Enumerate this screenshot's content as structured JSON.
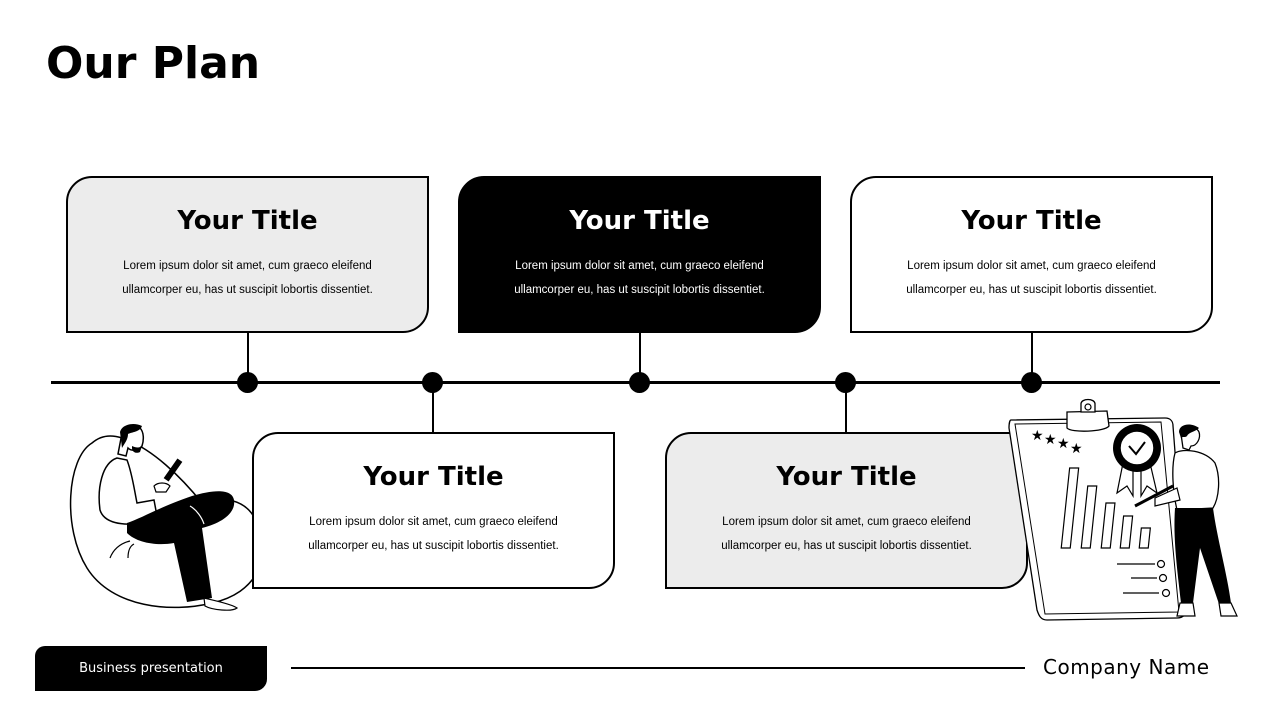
{
  "slide": {
    "title": "Our Plan"
  },
  "timeline": {
    "cards": [
      {
        "title": "Your Title",
        "body_line1": "Lorem  ipsum dolor sit amet, cum  graeco eleifend",
        "body_line2": "ullamcorper eu, has ut suscipit lobortis dissentiet.",
        "style": "grey",
        "position": "top"
      },
      {
        "title": "Your Title",
        "body_line1": "Lorem  ipsum dolor sit amet, cum  graeco eleifend",
        "body_line2": "ullamcorper eu, has ut suscipit lobortis dissentiet.",
        "style": "black",
        "position": "top"
      },
      {
        "title": "Your Title",
        "body_line1": "Lorem  ipsum dolor sit amet, cum  graeco eleifend",
        "body_line2": "ullamcorper eu, has ut suscipit lobortis dissentiet.",
        "style": "white",
        "position": "top"
      },
      {
        "title": "Your Title",
        "body_line1": "Lorem  ipsum dolor sit amet, cum  graeco eleifend",
        "body_line2": "ullamcorper eu, has ut suscipit lobortis dissentiet.",
        "style": "white",
        "position": "bottom"
      },
      {
        "title": "Your Title",
        "body_line1": "Lorem  ipsum dolor sit amet, cum  graeco eleifend",
        "body_line2": "ullamcorper eu, has ut suscipit lobortis dissentiet.",
        "style": "grey",
        "position": "bottom"
      }
    ],
    "milestone_count": 5
  },
  "illustrations": {
    "left": "person-on-beanbag-with-phone-icon",
    "right": "person-with-clipboard-chart-award-icon"
  },
  "footer": {
    "badge_label": "Business presentation",
    "company_name": "Company Name"
  },
  "colors": {
    "primary": "#000000",
    "background": "#ffffff",
    "card_grey": "#ececec"
  }
}
